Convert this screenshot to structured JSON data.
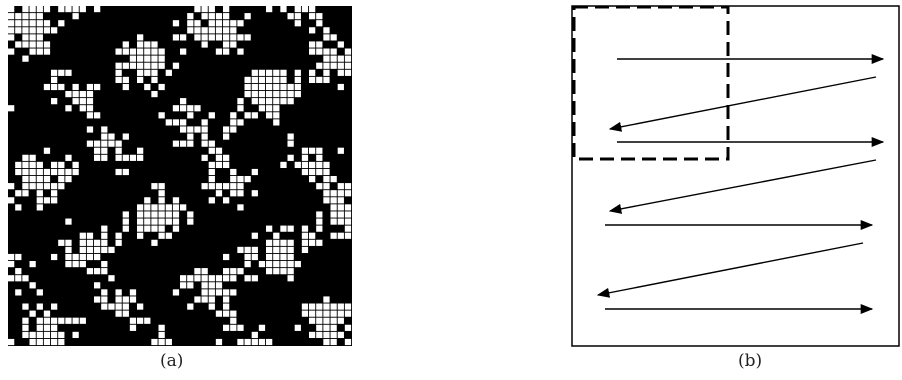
{
  "figure": {
    "panel_a": {
      "caption": "(a)",
      "grid": {
        "rows": 48,
        "cols": 48,
        "cell_fill_on": "#ffffff",
        "cell_fill_off": "#000000",
        "cell_border": "#000000"
      }
    },
    "panel_b": {
      "caption": "(b)",
      "scan_pattern": "raster-zigzag",
      "passes": 4,
      "window_style": "dashed",
      "stroke_color": "#000000"
    }
  }
}
